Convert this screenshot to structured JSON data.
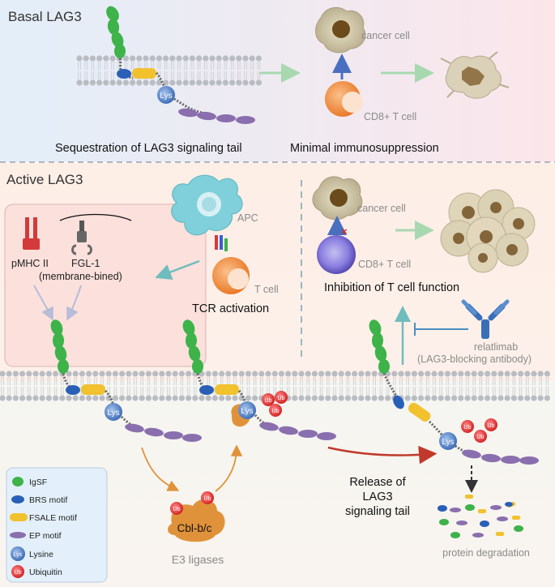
{
  "sections": {
    "basal": {
      "title": "Basal LAG3",
      "caption_left": "Sequestration of LAG3 signaling tail",
      "caption_right": "Minimal immunosuppression",
      "cancer_cell": "cancer cell",
      "t_cell": "CD8+ T cell"
    },
    "active": {
      "title": "Active LAG3",
      "apc": "APC",
      "t_cell": "T cell",
      "tcr": "TCR activation",
      "pmhc": "pMHC II",
      "fgl1": "FGL-1",
      "fgl1_sub": "(membrane-bined)",
      "cancer_cell": "cancer cell",
      "cd8": "CD8+ T cell",
      "inhibition": "Inhibition of T cell function",
      "antibody": "relatlimab",
      "antibody_sub": "(LAG3-blocking antibody)",
      "release": [
        "Release of",
        "LAG3",
        "signaling tail"
      ],
      "degradation": "protein degradation",
      "e3": "E3 ligases",
      "cbl": "Cbl-b/c",
      "ub": "Ub",
      "lys": "Lys"
    }
  },
  "legend": [
    {
      "label": "IgSF",
      "color": "#3db34a"
    },
    {
      "label": "BRS motif",
      "color": "#2a5fb8"
    },
    {
      "label": "FSALE motif",
      "color": "#f2c12e"
    },
    {
      "label": "EP motif",
      "color": "#8a6fae"
    },
    {
      "label": "Lysine",
      "color": "#5b8cc9",
      "icon": "Lys"
    },
    {
      "label": "Ubiquitin",
      "color": "#e03a3a",
      "icon": "Ub"
    }
  ],
  "colors": {
    "basal_bg_left": "#e8f1fa",
    "basal_bg_right": "#fbe8ec",
    "active_bg": "#fbece4",
    "membrane_head": "#b9bcc2",
    "tcell": "#f08a3c",
    "cd8_purple": "#6a5bbf",
    "apc": "#7fd0da",
    "arrow_green": "#a8d8b0",
    "arrow_orange": "#e0923a",
    "arrow_red": "#c0392b",
    "arrow_teal": "#7ec4c4"
  }
}
